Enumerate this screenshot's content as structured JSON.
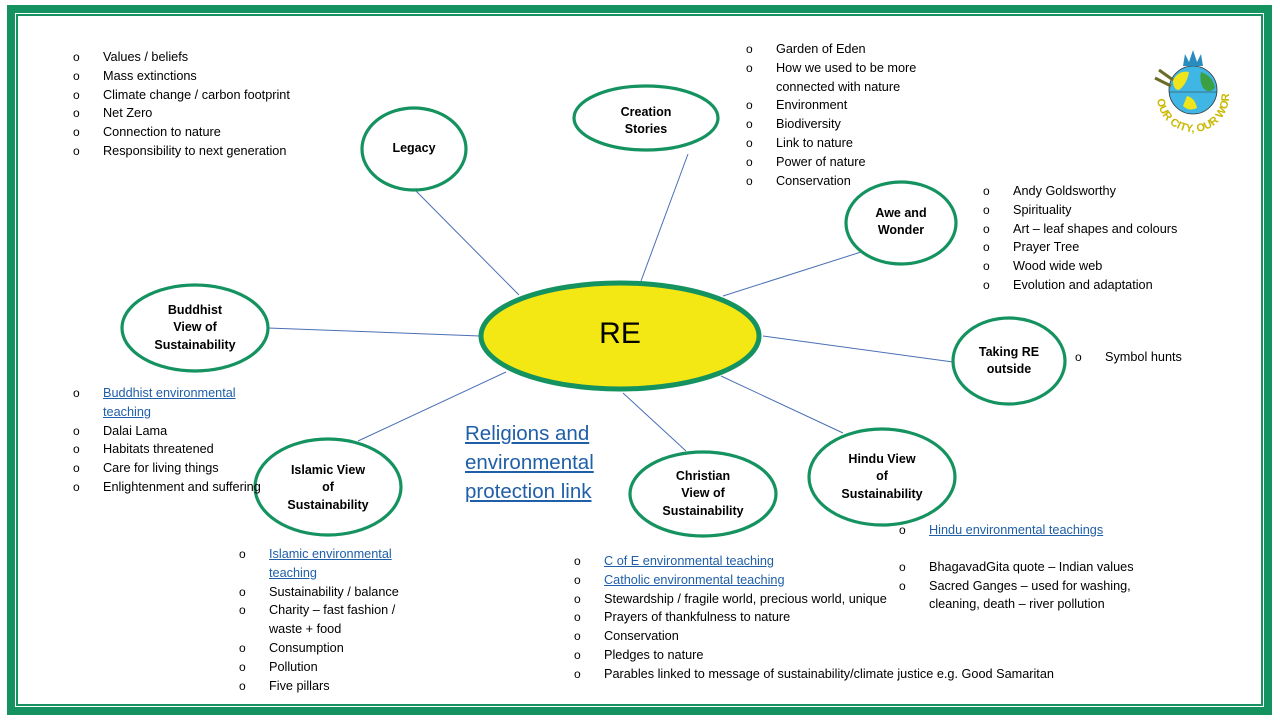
{
  "diagram": {
    "center": {
      "label": "RE"
    },
    "title_link": "Religions and environmental protection link",
    "logo": {
      "name": "our-city-our-world-logo",
      "text": "OUR CITY, OUR WORLD"
    },
    "colors": {
      "frame": "#14925f",
      "node_border": "#14925f",
      "center_fill": "#f3e814",
      "connector": "#4a6fb5",
      "link": "#1f5fa8"
    },
    "nodes": {
      "legacy": {
        "label": "Legacy",
        "items": [
          {
            "text": "Values / beliefs"
          },
          {
            "text": "Mass extinctions"
          },
          {
            "text": "Climate change / carbon footprint"
          },
          {
            "text": "Net Zero"
          },
          {
            "text": "Connection to nature"
          },
          {
            "text": "Responsibility to next generation"
          }
        ]
      },
      "creation": {
        "label_line1": "Creation",
        "label_line2": "Stories",
        "items": [
          {
            "text": "Garden of Eden"
          },
          {
            "text": "How we used to be more connected with nature"
          },
          {
            "text": "Environment"
          },
          {
            "text": "Biodiversity"
          },
          {
            "text": "Link to nature"
          },
          {
            "text": "Power of nature"
          },
          {
            "text": "Conservation"
          }
        ]
      },
      "awe": {
        "label_line1": "Awe and",
        "label_line2": "Wonder",
        "items": [
          {
            "text": "Andy Goldsworthy"
          },
          {
            "text": "Spirituality"
          },
          {
            "text": "Art – leaf shapes and colours"
          },
          {
            "text": "Prayer Tree"
          },
          {
            "text": "Wood wide web"
          },
          {
            "text": "Evolution and adaptation"
          }
        ]
      },
      "outside": {
        "label_line1": "Taking RE",
        "label_line2": "outside",
        "items": [
          {
            "text": "Symbol hunts"
          }
        ]
      },
      "hindu": {
        "label_line1": "Hindu View",
        "label_line2": "of",
        "label_line3": "Sustainability",
        "items": [
          {
            "text": "Hindu environmental teachings",
            "link": true
          },
          {
            "text": "BhagavadGita quote – Indian values"
          },
          {
            "text": "Sacred Ganges – used for washing, cleaning, death – river pollution"
          }
        ]
      },
      "christian": {
        "label_line1": "Christian",
        "label_line2": "View of",
        "label_line3": "Sustainability",
        "items": [
          {
            "text": "C of E environmental teaching",
            "link": true
          },
          {
            "text": "Catholic environmental teaching",
            "link": true
          },
          {
            "text": "Stewardship / fragile world, precious world, unique"
          },
          {
            "text": "Prayers of thankfulness to nature"
          },
          {
            "text": "Conservation"
          },
          {
            "text": "Pledges to nature"
          },
          {
            "text": "Parables linked to message of sustainability/climate justice e.g. Good Samaritan"
          }
        ]
      },
      "islamic": {
        "label_line1": "Islamic View",
        "label_line2": "of",
        "label_line3": "Sustainability",
        "items": [
          {
            "text": "Islamic environmental teaching",
            "link": true
          },
          {
            "text": "Sustainability / balance"
          },
          {
            "text": "Charity – fast fashion / waste + food"
          },
          {
            "text": "Consumption"
          },
          {
            "text": "Pollution"
          },
          {
            "text": "Five pillars"
          }
        ]
      },
      "buddhist": {
        "label_line1": "Buddhist",
        "label_line2": "View of",
        "label_line3": "Sustainability",
        "items": [
          {
            "text": "Buddhist environmental teaching",
            "link": true
          },
          {
            "text": "Dalai Lama"
          },
          {
            "text": "Habitats threatened"
          },
          {
            "text": "Care for living things"
          },
          {
            "text": "Enlightenment and suffering"
          }
        ]
      }
    },
    "bullet_glyph": "o"
  }
}
